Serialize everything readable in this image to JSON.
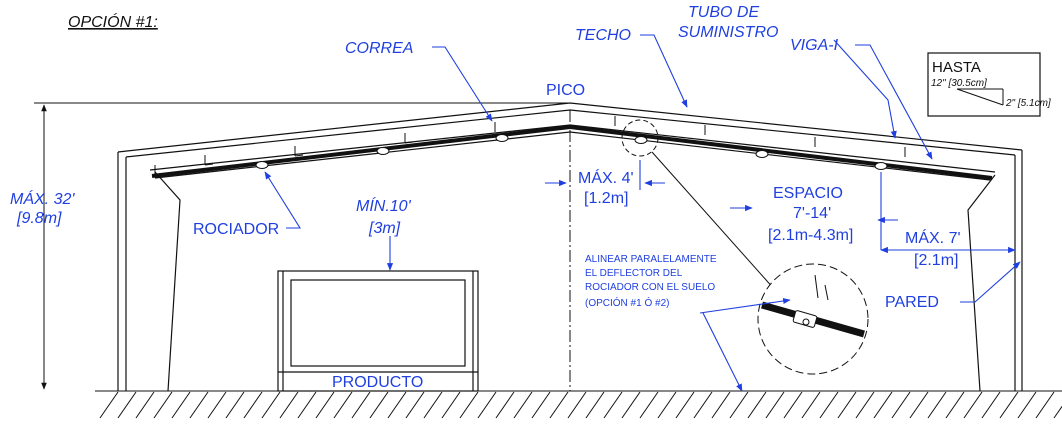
{
  "option_title": "OPCIÓN #1:",
  "labels": {
    "correa": "CORREA",
    "pico": "PICO",
    "techo": "TECHO",
    "tubo_line1": "TUBO DE",
    "tubo_line2": "SUMINISTRO",
    "viga": "VIGA-I",
    "max_height_line1": "MÁX. 32'",
    "max_height_line2": "[9.8m]",
    "rociador": "ROCIADOR",
    "min_line1": "MÍN.10'",
    "min_line2": "[3m]",
    "max4_line1": "MÁX. 4'",
    "max4_line2": "[1.2m]",
    "espacio_line1": "ESPACIO",
    "espacio_line2": "7'-14'",
    "espacio_line3": "[2.1m-4.3m]",
    "max7_line1": "MÁX. 7'",
    "max7_line2": "[2.1m]",
    "pared": "PARED",
    "producto": "PRODUCTO"
  },
  "note_lines": [
    "ALINEAR PARALELAMENTE",
    "EL DEFLECTOR DEL",
    "ROCIADOR CON EL SUELO",
    "(OPCIÓN #1 Ó #2)"
  ],
  "slope_box": {
    "title": "HASTA",
    "rise": "12\" [30.5cm]",
    "run": "2\" [5.1cm]"
  },
  "colors": {
    "label": "#1f3fe0",
    "linework": "#111111"
  }
}
